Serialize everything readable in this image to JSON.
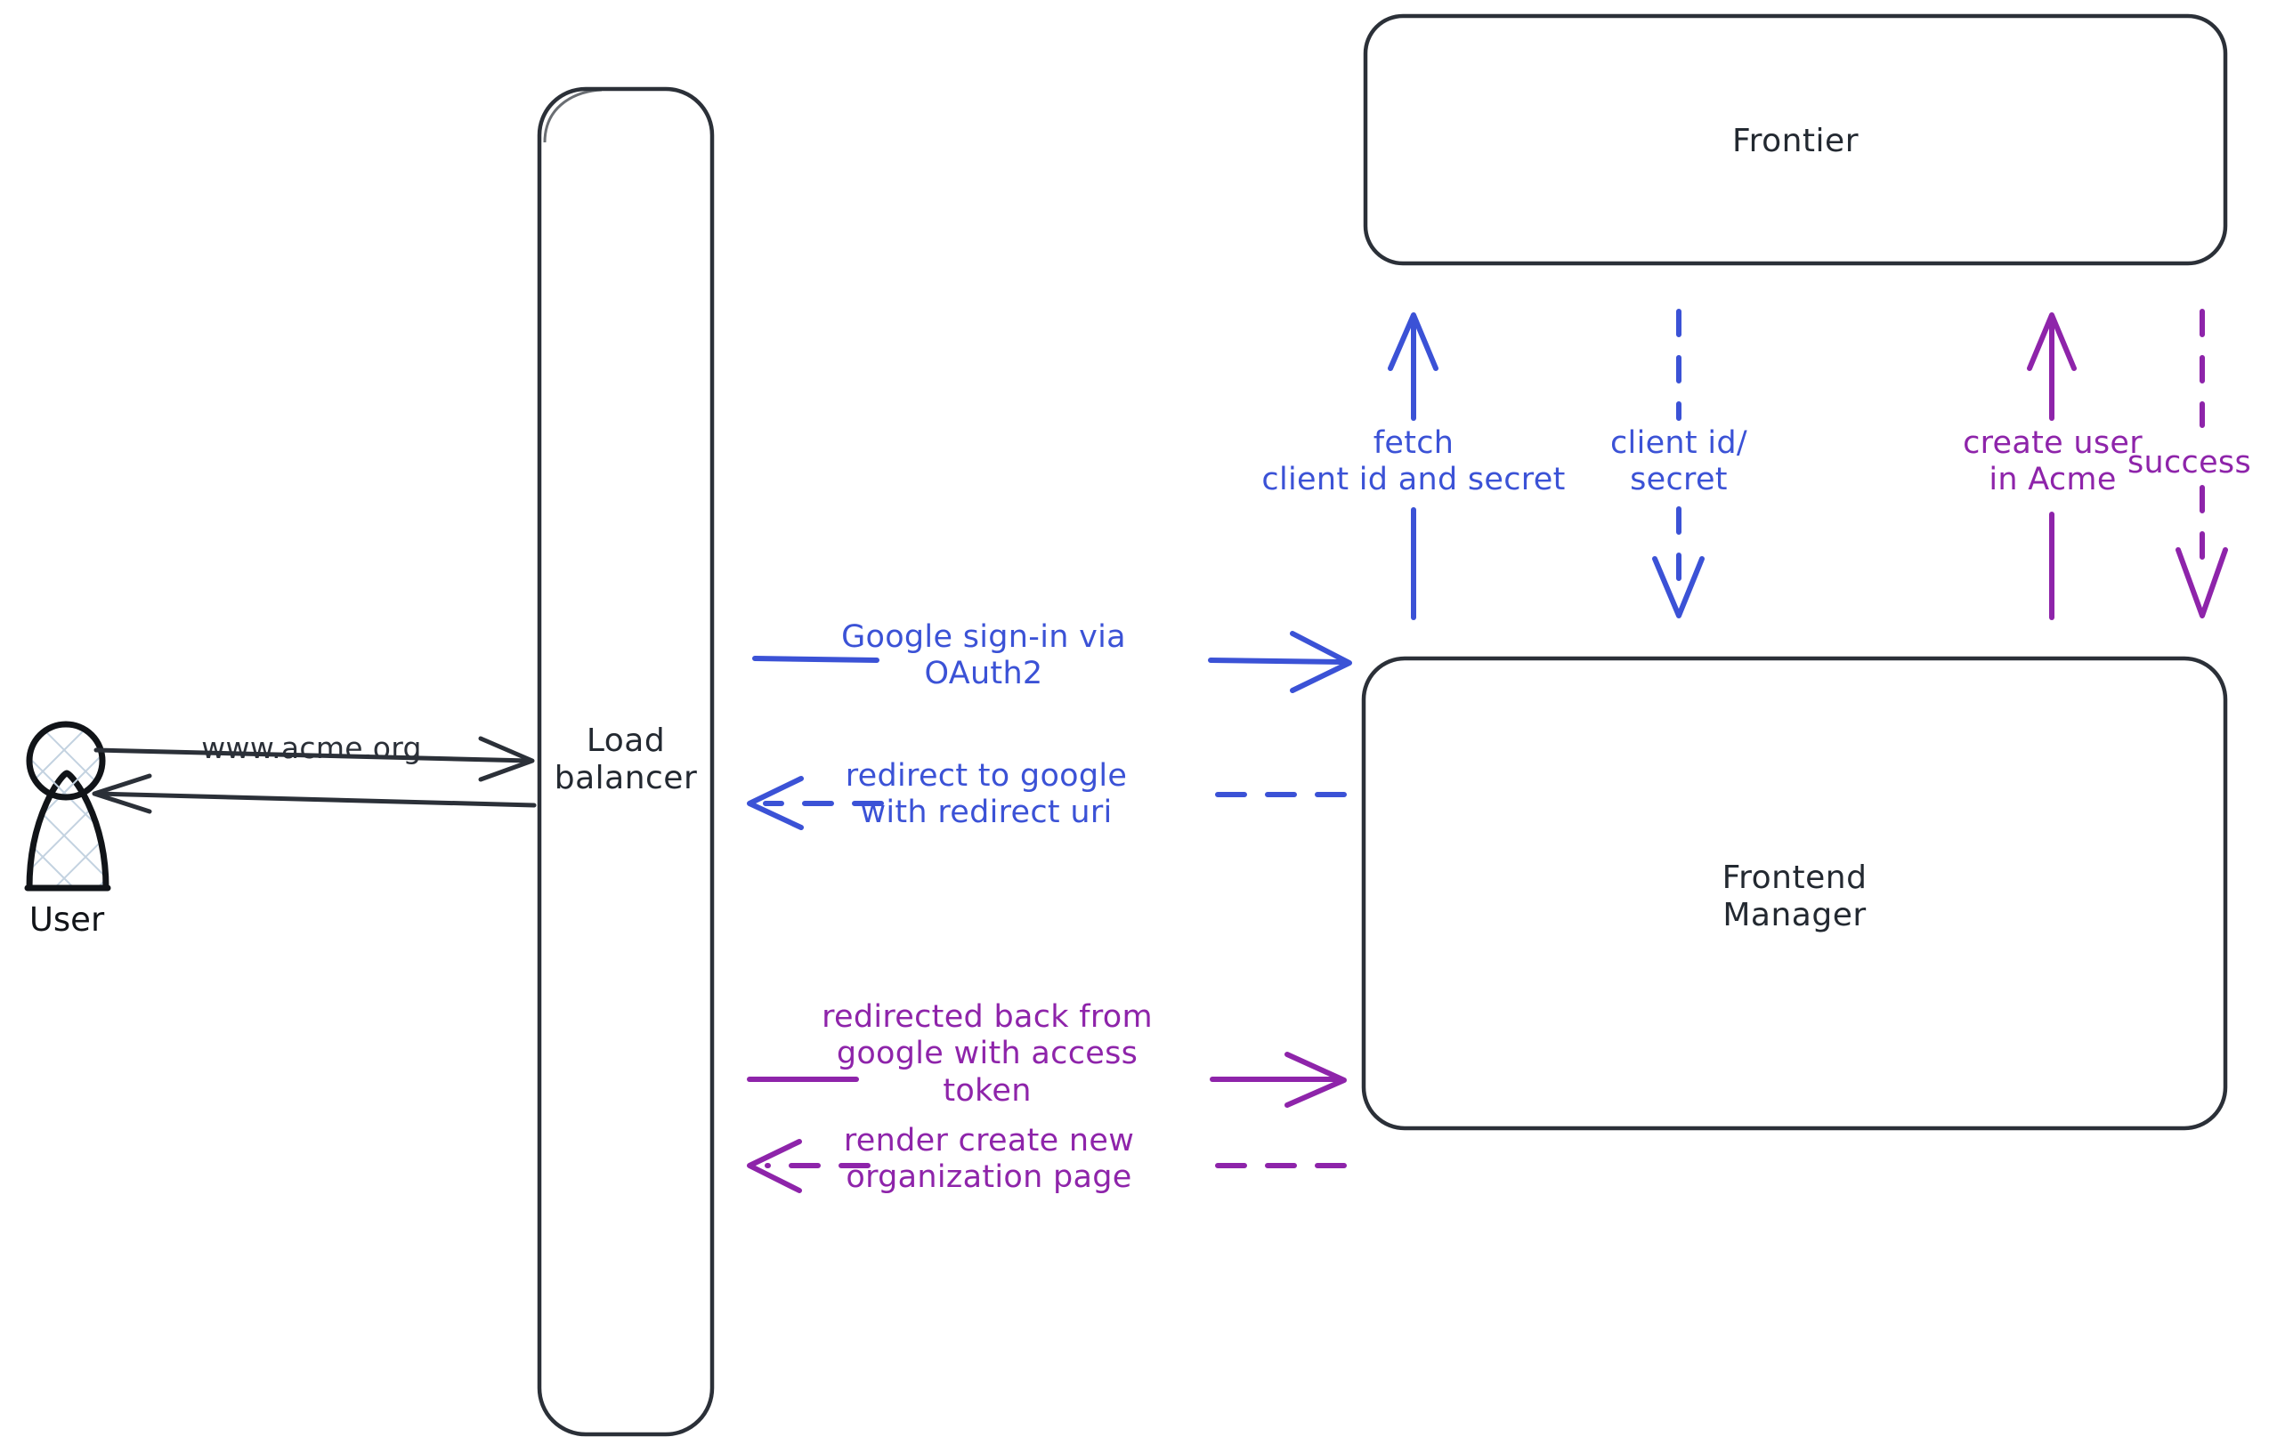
{
  "diagram": {
    "title": "Google OAuth2 sign-in sequence",
    "colors": {
      "node_stroke": "#2b3038",
      "blue": "#3b52d6",
      "purple": "#8e24aa",
      "dark": "#2b3038",
      "user_fill": "#c9d6e3",
      "background": "#ffffff"
    }
  },
  "nodes": [
    {
      "id": "user",
      "label": "User",
      "shape": "actor"
    },
    {
      "id": "load_balancer",
      "label": "Load\nbalancer",
      "line1": "Load",
      "line2": "balancer",
      "shape": "rounded-rect"
    },
    {
      "id": "frontier",
      "label": "Frontier",
      "shape": "rounded-rect"
    },
    {
      "id": "frontend_manager",
      "label": "Frontend\nManager",
      "line1": "Frontend",
      "line2": "Manager",
      "shape": "rounded-rect"
    }
  ],
  "edges": [
    {
      "id": "user-to-lb",
      "label": "www.acme.org",
      "from": "user",
      "to": "load_balancer",
      "color": "#2b3038",
      "style": "solid",
      "direction": "right"
    },
    {
      "id": "lb-to-user",
      "label": "",
      "from": "load_balancer",
      "to": "user",
      "color": "#2b3038",
      "style": "solid",
      "direction": "left"
    },
    {
      "id": "lb-to-fm-signin",
      "label": "Google sign-in via\nOAuth2",
      "line1": "Google sign-in via",
      "line2": "OAuth2",
      "from": "load_balancer",
      "to": "frontend_manager",
      "color": "#3b52d6",
      "style": "solid",
      "direction": "right"
    },
    {
      "id": "fm-to-lb-redirect",
      "label": "redirect to google\nwith redirect uri",
      "line1": "redirect to google",
      "line2": "with redirect uri",
      "from": "frontend_manager",
      "to": "load_balancer",
      "color": "#3b52d6",
      "style": "dashed",
      "direction": "left"
    },
    {
      "id": "lb-to-fm-token",
      "label": "redirected back from\ngoogle with access\ntoken",
      "line1": "redirected back from",
      "line2": "google with access",
      "line3": "token",
      "from": "load_balancer",
      "to": "frontend_manager",
      "color": "#8e24aa",
      "style": "solid",
      "direction": "right"
    },
    {
      "id": "fm-to-lb-render",
      "label": "render create new\norganization page",
      "line1": "render create new",
      "line2": "organization page",
      "from": "frontend_manager",
      "to": "load_balancer",
      "color": "#8e24aa",
      "style": "dashed",
      "direction": "left"
    },
    {
      "id": "fm-to-frontier-fetch",
      "label": "fetch\nclient id and secret",
      "line1": "fetch",
      "line2": "client id and secret",
      "from": "frontend_manager",
      "to": "frontier",
      "color": "#3b52d6",
      "style": "solid",
      "direction": "up"
    },
    {
      "id": "frontier-to-fm-creds",
      "label": "client id/\nsecret",
      "line1": "client id/",
      "line2": "secret",
      "from": "frontier",
      "to": "frontend_manager",
      "color": "#3b52d6",
      "style": "dashed",
      "direction": "down"
    },
    {
      "id": "fm-to-frontier-create",
      "label": "create user\nin Acme",
      "line1": "create user",
      "line2": "in Acme",
      "from": "frontend_manager",
      "to": "frontier",
      "color": "#8e24aa",
      "style": "solid",
      "direction": "up"
    },
    {
      "id": "frontier-to-fm-success",
      "label": "success",
      "from": "frontier",
      "to": "frontend_manager",
      "color": "#8e24aa",
      "style": "dashed",
      "direction": "down"
    }
  ]
}
